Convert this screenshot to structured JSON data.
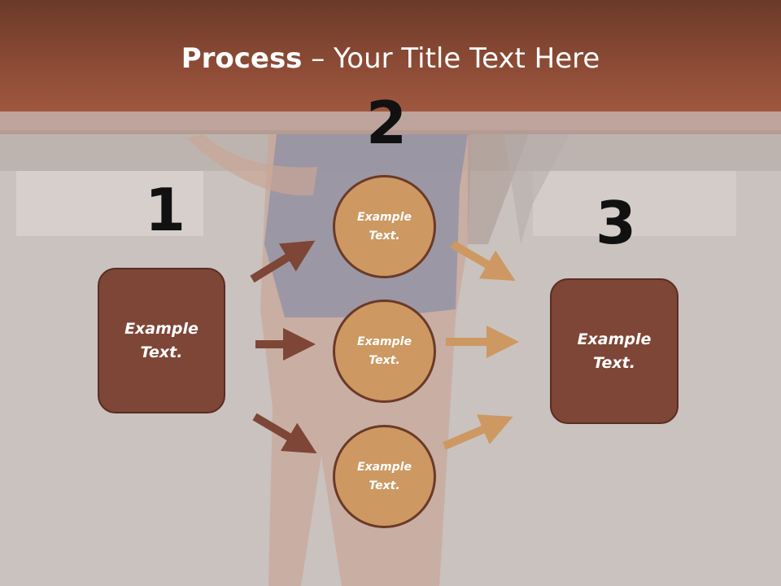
{
  "title": {
    "bold": "Process",
    "rest": " – Your Title Text Here"
  },
  "numbers": [
    "1",
    "2",
    "3"
  ],
  "left_box": {
    "line1": "Example",
    "line2": "Text."
  },
  "right_box": {
    "line1": "Example",
    "line2": "Text."
  },
  "circles": [
    {
      "line1": "Example",
      "line2": "Text."
    },
    {
      "line1": "Example",
      "line2": "Text."
    },
    {
      "line1": "Example",
      "line2": "Text."
    }
  ],
  "colors": {
    "title_band": "#8a4a35",
    "box_fill": "#7e4636",
    "circle_fill": "#cd9862",
    "arrow_dark": "#7e4636",
    "arrow_light": "#cd9862"
  }
}
